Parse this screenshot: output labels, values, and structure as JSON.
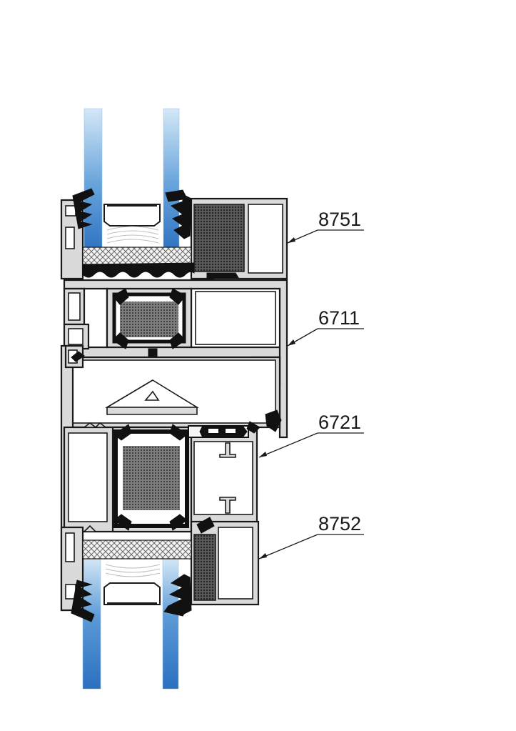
{
  "callouts": [
    {
      "id": "8751",
      "label": "8751"
    },
    {
      "id": "6711",
      "label": "6711"
    },
    {
      "id": "6721",
      "label": "6721"
    },
    {
      "id": "8752",
      "label": "8752"
    }
  ],
  "colors": {
    "glass_light": "#cfe4f6",
    "glass_dark": "#2f77c4",
    "profile_fill": "#dadada",
    "outline": "#1a1a1a",
    "gasket": "#111111",
    "insulation_dots": "#3a3a3a"
  }
}
